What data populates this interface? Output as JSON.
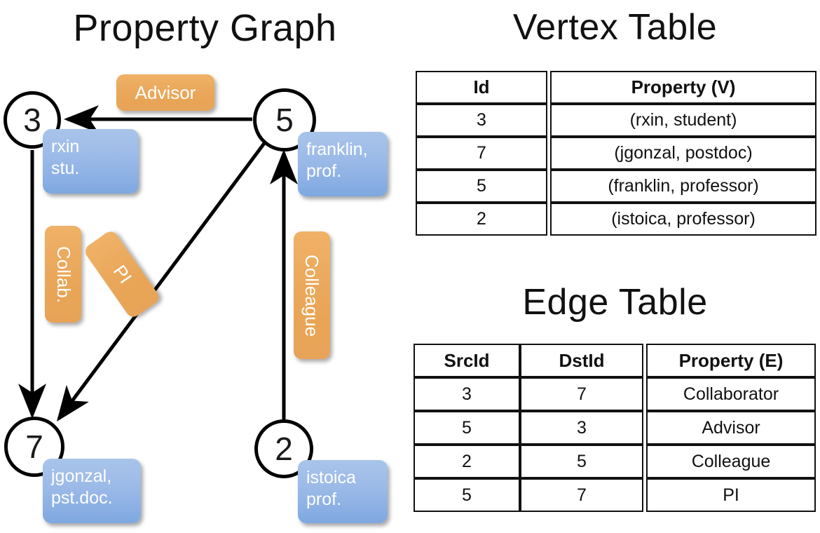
{
  "panels": {
    "graph_title": "Property Graph",
    "vertex_title": "Vertex Table",
    "edge_title": "Edge Table"
  },
  "graph": {
    "nodes": [
      {
        "id": "3",
        "property": "rxin\nstu."
      },
      {
        "id": "5",
        "property": "franklin,\nprof."
      },
      {
        "id": "7",
        "property": "jgonzal,\npst.doc."
      },
      {
        "id": "2",
        "property": "istoica\nprof."
      }
    ],
    "node_labels": {
      "n3": "3",
      "n5": "5",
      "n7": "7",
      "n2": "2"
    },
    "property_labels": {
      "rxin_line1": "rxin",
      "rxin_line2": "stu.",
      "franklin_line1": "franklin,",
      "franklin_line2": "prof.",
      "jgonzal_line1": "jgonzal,",
      "jgonzal_line2": "pst.doc.",
      "istoica_line1": "istoica",
      "istoica_line2": "prof."
    },
    "edge_labels": {
      "advisor": "Advisor",
      "collab": "Collab.",
      "pi": "PI",
      "colleague": "Colleague"
    },
    "edges": [
      {
        "from": "5",
        "to": "3",
        "label": "Advisor"
      },
      {
        "from": "3",
        "to": "7",
        "label": "Collab."
      },
      {
        "from": "5",
        "to": "7",
        "label": "PI"
      },
      {
        "from": "2",
        "to": "5",
        "label": "Colleague"
      }
    ]
  },
  "vertex_table": {
    "headers": [
      "Id",
      "Property (V)"
    ],
    "rows": [
      {
        "id": "3",
        "property": "(rxin, student)"
      },
      {
        "id": "7",
        "property": "(jgonzal, postdoc)"
      },
      {
        "id": "5",
        "property": "(franklin, professor)"
      },
      {
        "id": "2",
        "property": "(istoica, professor)"
      }
    ]
  },
  "edge_table": {
    "headers": [
      "SrcId",
      "DstId",
      "Property (E)"
    ],
    "rows": [
      {
        "src": "3",
        "dst": "7",
        "property": "Collaborator"
      },
      {
        "src": "5",
        "dst": "3",
        "property": "Advisor"
      },
      {
        "src": "2",
        "dst": "5",
        "property": "Colleague"
      },
      {
        "src": "5",
        "dst": "7",
        "property": "PI"
      }
    ]
  },
  "colors": {
    "vertex_property_fill": "#cfdcef",
    "edge_property_fill": "#f6dfc4",
    "node_box_blue": "#8cb0e4",
    "edge_label_orange": "#eaa85c",
    "stroke": "#000000"
  }
}
